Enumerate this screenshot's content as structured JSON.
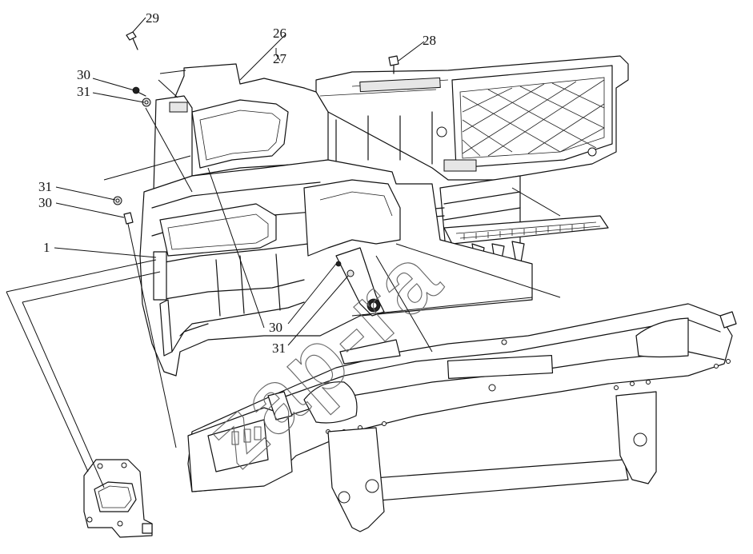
{
  "callouts": [
    {
      "id": "c29",
      "label": "29"
    },
    {
      "id": "c26",
      "label": "26"
    },
    {
      "id": "c27",
      "label": "27"
    },
    {
      "id": "c28",
      "label": "28"
    },
    {
      "id": "c30a",
      "label": "30"
    },
    {
      "id": "c31a",
      "label": "31"
    },
    {
      "id": "c31b",
      "label": "31"
    },
    {
      "id": "c30b",
      "label": "30"
    },
    {
      "id": "c1",
      "label": "1"
    },
    {
      "id": "c30c",
      "label": "30"
    },
    {
      "id": "c31c",
      "label": "31"
    }
  ],
  "watermark": "zap-ra"
}
